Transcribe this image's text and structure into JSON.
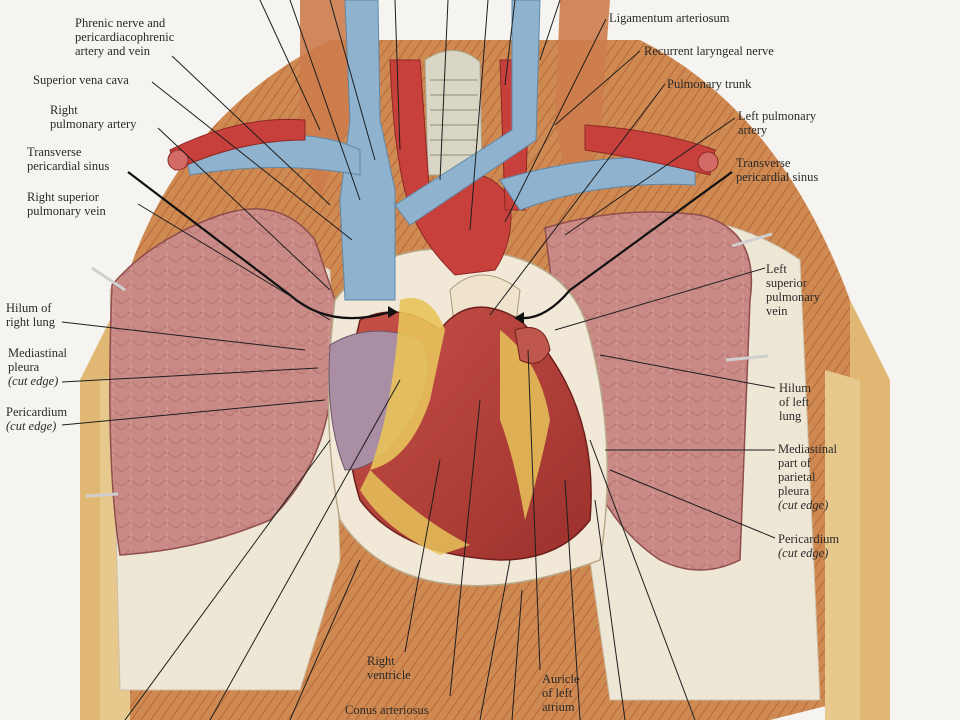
{
  "colors": {
    "background": "#f5f4f1",
    "vein_blue": "#8fb3cf",
    "artery_red": "#c8403c",
    "lung_pink": "#c98a86",
    "heart_red": "#b8413a",
    "fat_yellow": "#e8c35a",
    "pleura_white": "#f3efe6",
    "chest_wall": "#d9a25e"
  },
  "labels_left": {
    "phrenic": [
      "Phrenic nerve and",
      "pericardiacophrenic",
      "artery and vein"
    ],
    "svc": [
      "Superior vena cava"
    ],
    "rpa": [
      "Right",
      "pulmonary artery"
    ],
    "tps_left": [
      "Transverse",
      "pericardial sinus"
    ],
    "rspv": [
      "Right superior",
      "pulmonary vein"
    ],
    "hilum_r": [
      "Hilum of",
      "right lung"
    ],
    "med_pleura": [
      "Mediastinal",
      "pleura"
    ],
    "med_pleura_cut": "(cut edge)",
    "pericardium_l": [
      "Pericardium"
    ],
    "pericardium_l_cut": "(cut edge)"
  },
  "labels_right": {
    "lig_art": [
      "Ligamentum arteriosum"
    ],
    "rln": [
      "Recurrent laryngeal nerve"
    ],
    "pt": [
      "Pulmonary trunk"
    ],
    "lpa": [
      "Left pulmonary",
      "artery"
    ],
    "tps_right": [
      "Transverse",
      "pericardial sinus"
    ],
    "lspv": [
      "Left",
      "superior",
      "pulmonary",
      "vein"
    ],
    "hilum_l": [
      "Hilum",
      "of left",
      "lung"
    ],
    "med_parietal": [
      "Mediastinal",
      "part of",
      "parietal",
      "pleura"
    ],
    "med_parietal_cut": "(cut edge)",
    "pericardium_r": [
      "Pericardium"
    ],
    "pericardium_r_cut": "(cut edge)"
  },
  "labels_bottom": {
    "rv": [
      "Right",
      "ventricle"
    ],
    "conus": [
      "Conus arteriosus"
    ],
    "auricle": [
      "Auricle",
      "of left",
      "atrium"
    ]
  }
}
